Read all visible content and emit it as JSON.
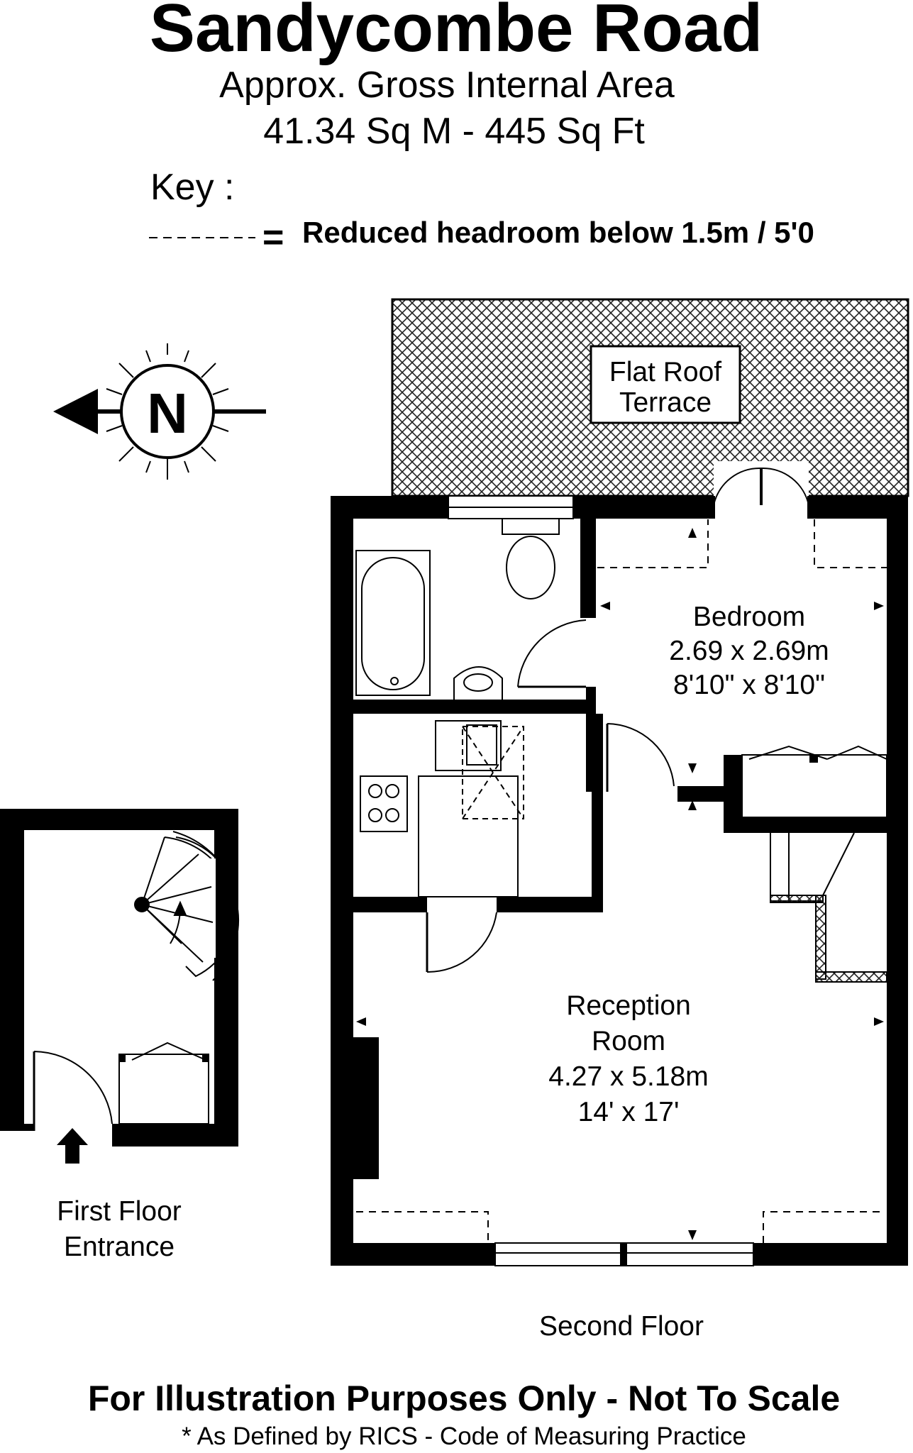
{
  "header": {
    "title": "Sandycombe Road",
    "subtitle": "Approx. Gross Internal Area",
    "area": "41.34 Sq M  -  445 Sq Ft"
  },
  "key": {
    "label": "Key :",
    "symbol": "=",
    "text": "Reduced  headroom below 1.5m / 5'0"
  },
  "compass": {
    "letter": "N",
    "icon": "north-arrow-icon"
  },
  "rooms": {
    "terrace": {
      "line1": "Flat Roof",
      "line2": "Terrace"
    },
    "bedroom": {
      "name": "Bedroom",
      "metric": "2.69 x 2.69m",
      "imperial": "8'10\" x 8'10\""
    },
    "reception": {
      "line1": "Reception",
      "line2": "Room",
      "metric": "4.27 x 5.18m",
      "imperial": "14' x 17'"
    }
  },
  "floors": {
    "first_line1": "First Floor",
    "first_line2": "Entrance",
    "second": "Second Floor"
  },
  "footer": {
    "disclaimer": "For Illustration Purposes Only - Not To Scale",
    "note": "* As Defined by RICS - Code of Measuring Practice"
  },
  "colors": {
    "wall": "#000000",
    "background": "#ffffff"
  }
}
